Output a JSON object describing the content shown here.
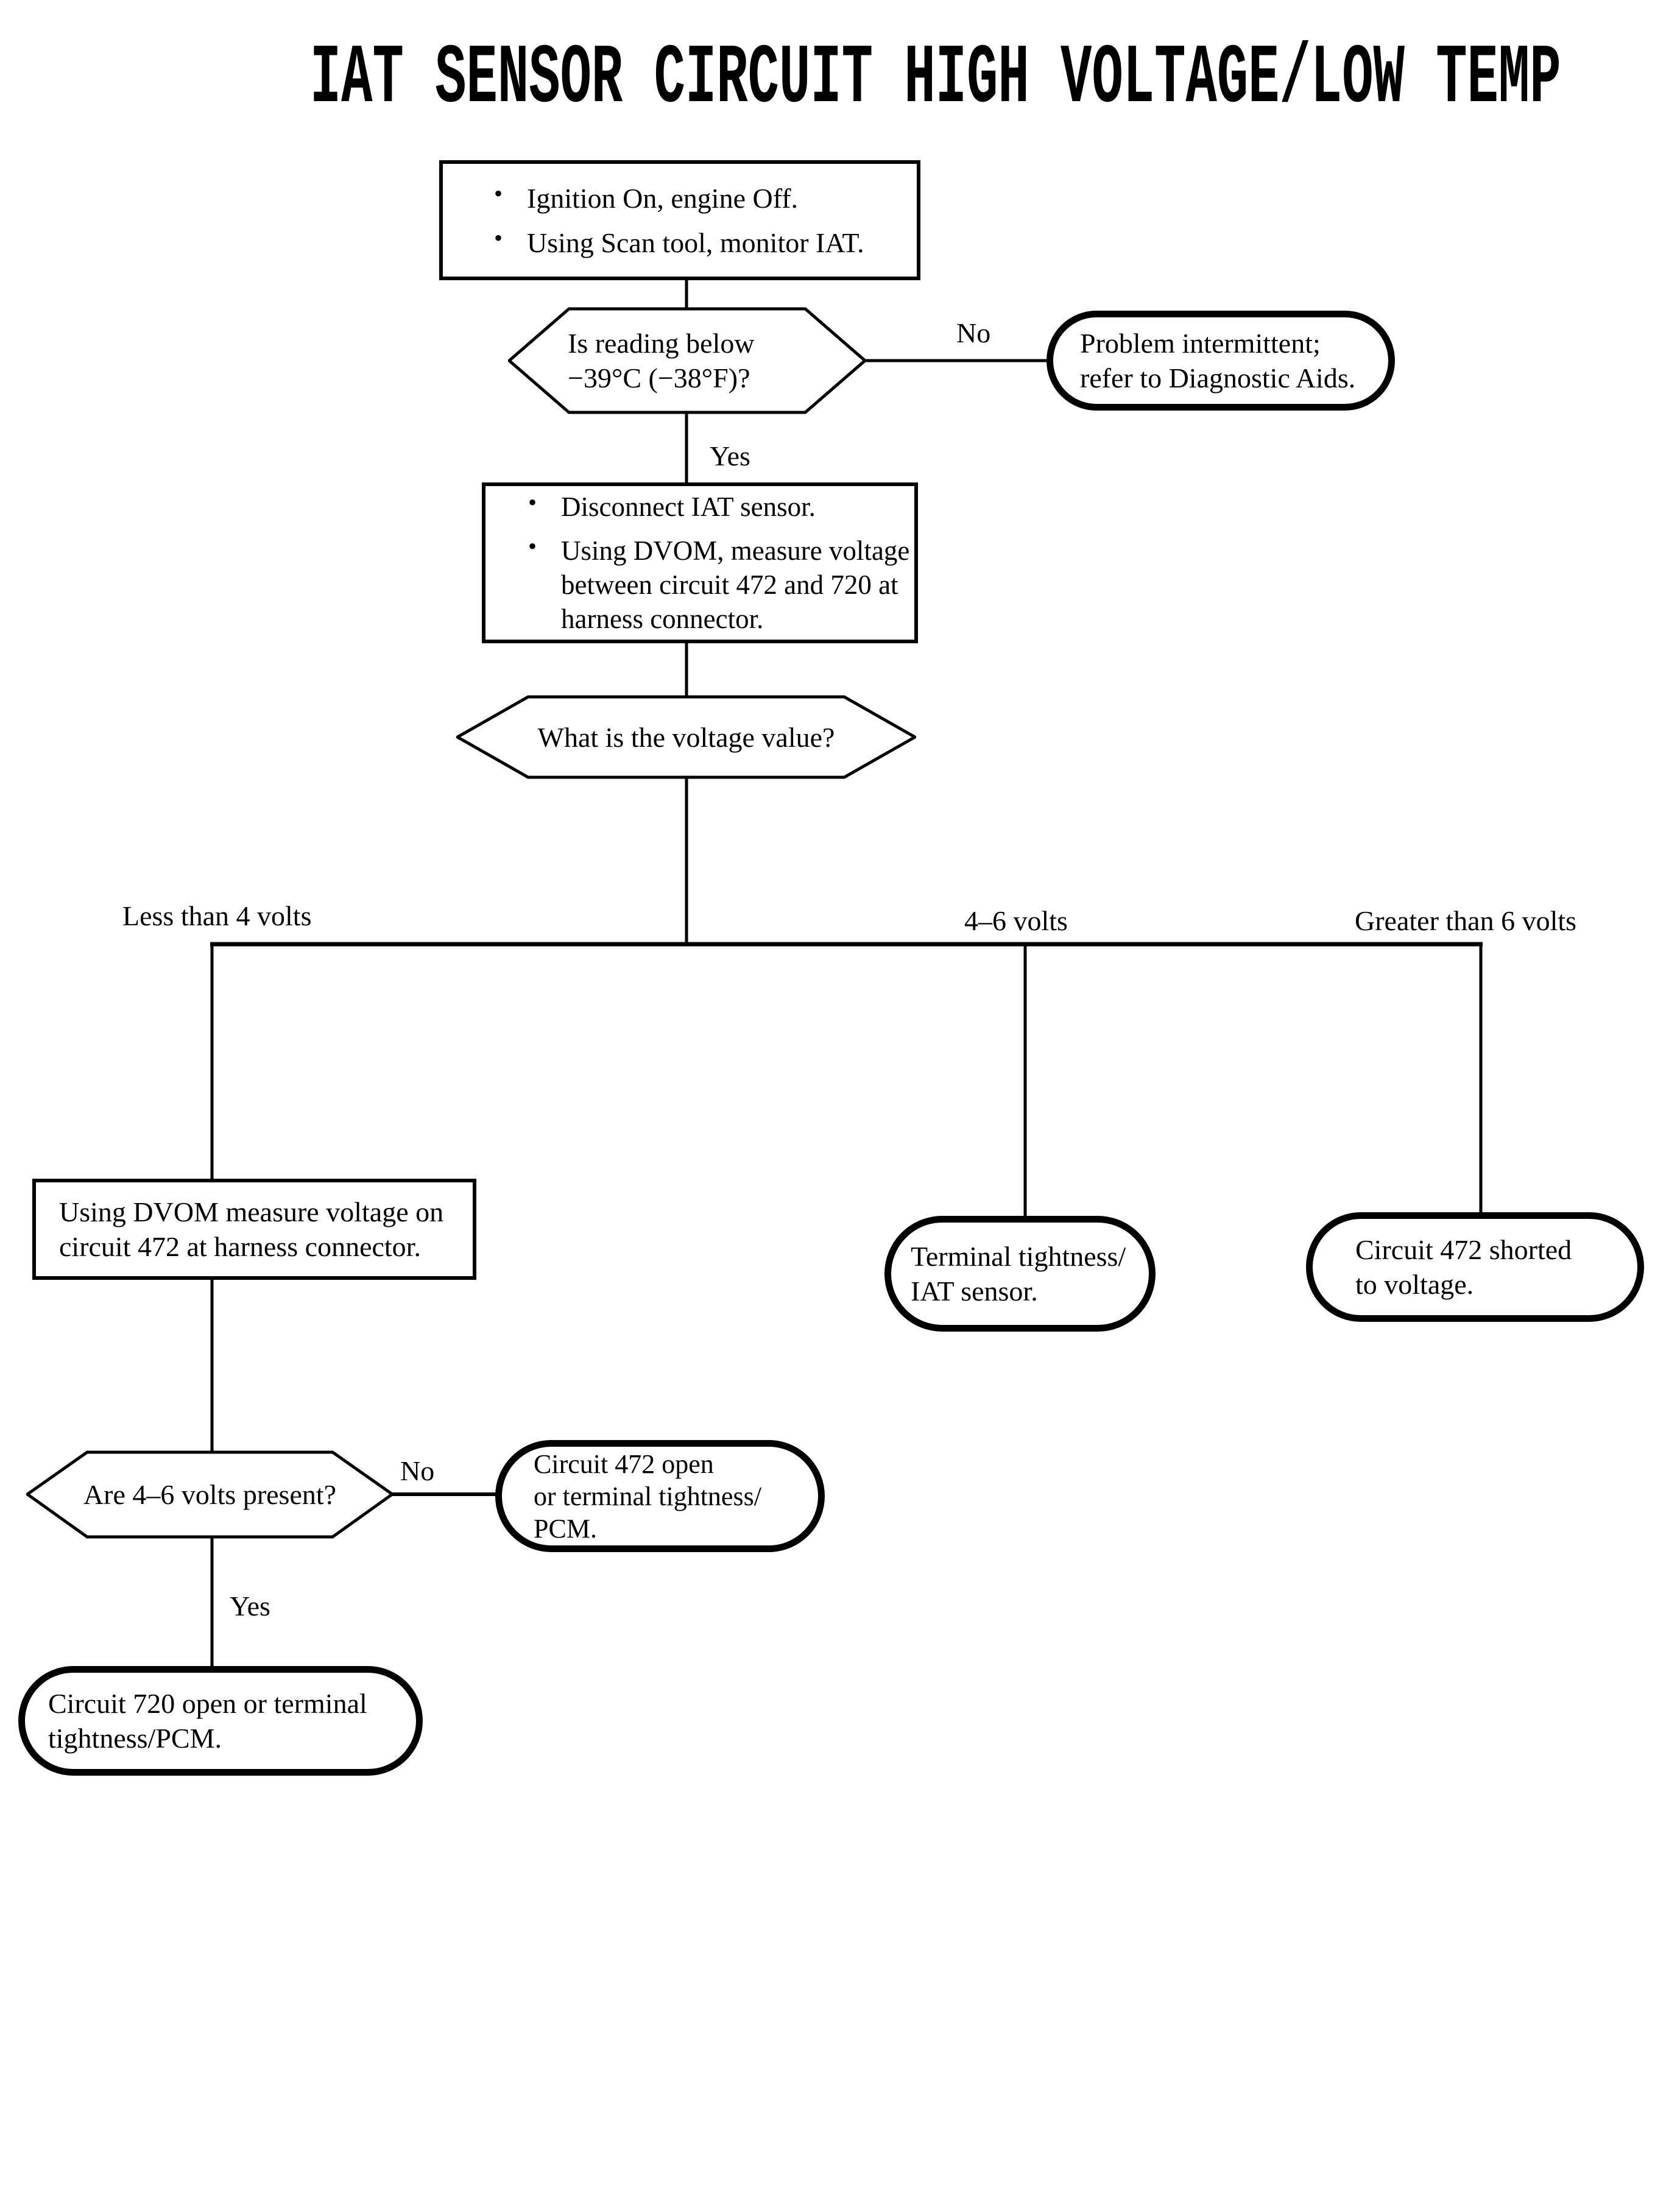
{
  "title": "IAT SENSOR CIRCUIT HIGH VOLTAGE/LOW TEMP",
  "glyphs": {
    "bullet": "•"
  },
  "nodes": {
    "start": {
      "bullet1": "Ignition On, engine Off.",
      "bullet2": "Using Scan tool, monitor IAT."
    },
    "reading_check": {
      "line1": "Is reading below",
      "line2": "−39°C (−38°F)?"
    },
    "intermittent": {
      "line1": "Problem intermittent;",
      "line2": "refer to Diagnostic Aids."
    },
    "disconnect": {
      "bullet1": "Disconnect IAT sensor.",
      "bullet2_line1": "Using DVOM, measure voltage",
      "bullet2_line2": "between circuit 472 and 720 at",
      "bullet2_line3": "harness connector."
    },
    "voltage_value": {
      "text": "What is the voltage value?"
    },
    "dvom_472": {
      "line1": "Using DVOM measure voltage on",
      "line2": "circuit 472 at harness connector."
    },
    "terminal_tightness": {
      "line1": "Terminal tightness/",
      "line2": "IAT sensor."
    },
    "shorted": {
      "line1": "Circuit 472 shorted",
      "line2": "to voltage."
    },
    "present_check": {
      "text": "Are 4–6 volts present?"
    },
    "open_472": {
      "line1": "Circuit 472 open",
      "line2": "or terminal tightness/",
      "line3": "PCM."
    },
    "open_720": {
      "line1": "Circuit 720 open or terminal",
      "line2": "tightness/PCM."
    }
  },
  "branch_labels": {
    "left": "Less than 4 volts",
    "middle": "4–6 volts",
    "right": "Greater than 6 volts"
  },
  "edge_labels": {
    "no1": "No",
    "yes1": "Yes",
    "no2": "No",
    "yes2": "Yes"
  },
  "colors": {
    "ink": "#000000",
    "paper": "#ffffff"
  }
}
